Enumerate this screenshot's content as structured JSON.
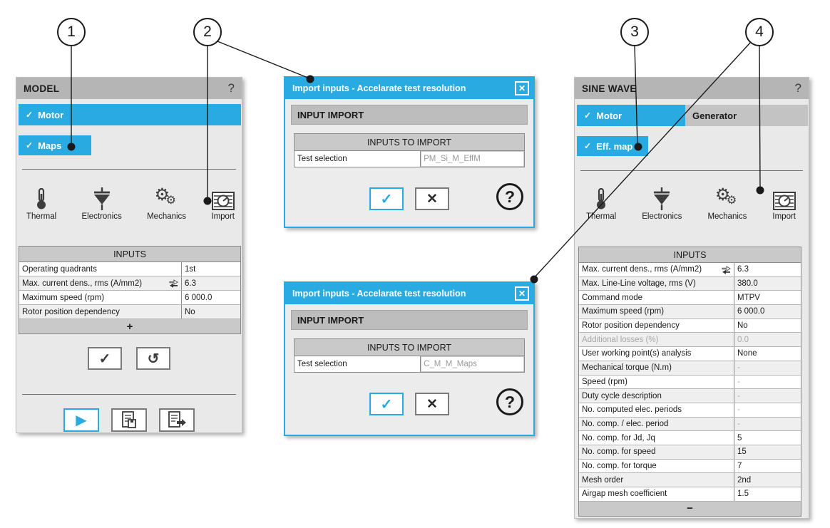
{
  "callouts": [
    {
      "number": "1"
    },
    {
      "number": "2"
    },
    {
      "number": "3"
    },
    {
      "number": "4"
    }
  ],
  "glyphs": {
    "check": "✓",
    "close": "✕",
    "help": "?",
    "plus": "+",
    "minus": "−",
    "play": "▶",
    "undo": "↺"
  },
  "model_panel": {
    "title": "MODEL",
    "help": "?",
    "tabs": {
      "motor": "Motor",
      "maps": "Maps"
    },
    "toolbar": [
      {
        "icon": "thermal-icon",
        "label": "Thermal"
      },
      {
        "icon": "electronics-icon",
        "label": "Electronics"
      },
      {
        "icon": "mechanics-icon",
        "label": "Mechanics"
      },
      {
        "icon": "import-icon",
        "label": "Import"
      }
    ],
    "inputs_table": {
      "title": "INPUTS",
      "rows": [
        {
          "label": "Operating quadrants",
          "value": "1st"
        },
        {
          "label": "Max. current dens., rms (A/mm2)",
          "value": "6.3"
        },
        {
          "label": "Maximum speed (rpm)",
          "value": "6 000.0"
        },
        {
          "label": "Rotor position dependency",
          "value": "No"
        }
      ],
      "add_row": "+"
    }
  },
  "import_dialogs": [
    {
      "title": "Import inputs - Accelarate test resolution",
      "section_header": "INPUT IMPORT",
      "table_header": "INPUTS TO IMPORT",
      "row_label": "Test selection",
      "row_value": "PM_Si_M_EffM"
    },
    {
      "title": "Import inputs - Accelarate test resolution",
      "section_header": "INPUT IMPORT",
      "table_header": "INPUTS TO IMPORT",
      "row_label": "Test selection",
      "row_value": "C_M_M_Maps"
    }
  ],
  "sine_wave_panel": {
    "title": "SINE WAVE",
    "help": "?",
    "tabs": {
      "motor": "Motor",
      "generator": "Generator",
      "eff_map": "Eff. map"
    },
    "toolbar": [
      {
        "icon": "thermal-icon",
        "label": "Thermal"
      },
      {
        "icon": "electronics-icon",
        "label": "Electronics"
      },
      {
        "icon": "mechanics-icon",
        "label": "Mechanics"
      },
      {
        "icon": "import-icon",
        "label": "Import"
      }
    ],
    "inputs_table": {
      "title": "INPUTS",
      "rows": [
        {
          "label": "Max. current dens., rms (A/mm2)",
          "value": "6.3"
        },
        {
          "label": "Max. Line-Line voltage, rms (V)",
          "value": "380.0"
        },
        {
          "label": "Command mode",
          "value": "MTPV"
        },
        {
          "label": "Maximum speed (rpm)",
          "value": "6 000.0"
        },
        {
          "label": "Rotor position dependency",
          "value": "No"
        },
        {
          "label": "Additional losses (%)",
          "value": "0.0"
        },
        {
          "label": "User working point(s) analysis",
          "value": "None"
        },
        {
          "label": "Mechanical torque (N.m)",
          "value": "-"
        },
        {
          "label": "Speed (rpm)",
          "value": "-"
        },
        {
          "label": "Duty cycle description",
          "value": "-"
        },
        {
          "label": "No. computed elec. periods",
          "value": "-"
        },
        {
          "label": "No. comp. / elec. period",
          "value": "-"
        },
        {
          "label": "No. comp. for Jd, Jq",
          "value": "5"
        },
        {
          "label": "No. comp. for speed",
          "value": "15"
        },
        {
          "label": "No. comp. for torque",
          "value": "7"
        },
        {
          "label": "Mesh order",
          "value": "2nd"
        },
        {
          "label": "Airgap mesh coefficient",
          "value": "1.5"
        }
      ],
      "collapse_row": "−"
    }
  },
  "colors": {
    "accent": "#29abe2",
    "panel_header_gray": "#b5b5b5",
    "table_header_gray": "#c9c9c9"
  }
}
